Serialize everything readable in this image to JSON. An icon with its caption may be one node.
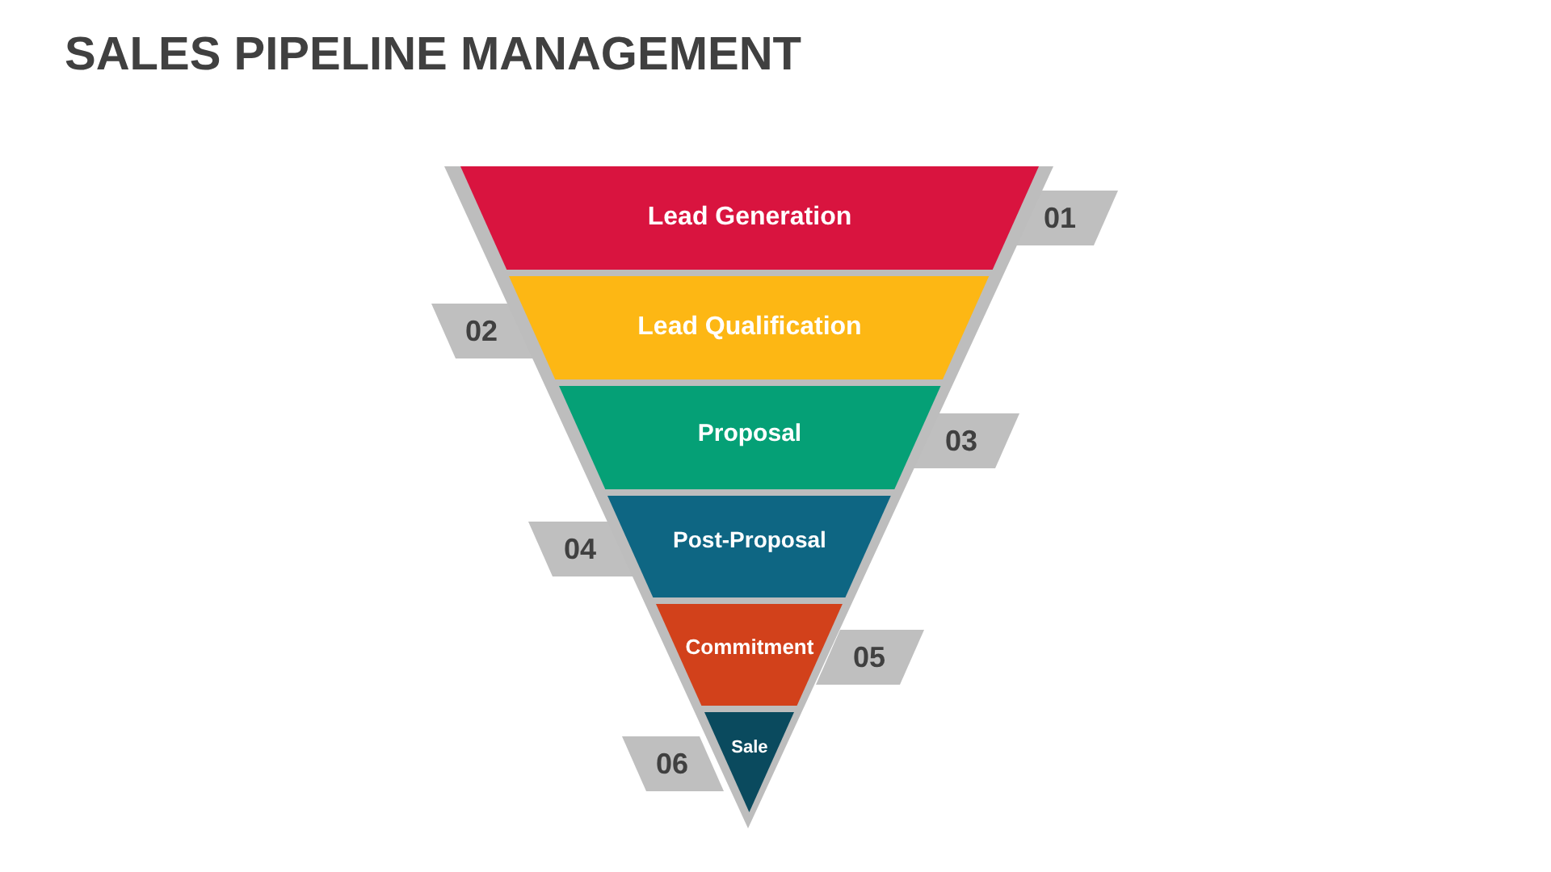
{
  "diagram": {
    "title": "SALES PIPELINE MANAGEMENT",
    "nodes": [
      {
        "text": [
          "Lead Generation"
        ]
      },
      {
        "text": [
          "01"
        ]
      },
      {
        "text": [
          "02"
        ]
      },
      {
        "text": [
          "Lead Qualification"
        ]
      },
      {
        "text": [
          "Proposal"
        ]
      },
      {
        "text": [
          "03"
        ]
      },
      {
        "text": [
          "04"
        ]
      },
      {
        "text": [
          "Post-Proposal"
        ]
      },
      {
        "text": [
          "Commitment"
        ]
      },
      {
        "text": [
          "05"
        ]
      },
      {
        "text": [
          "06"
        ]
      },
      {
        "text": [
          "Sale"
        ]
      }
    ]
  }
}
